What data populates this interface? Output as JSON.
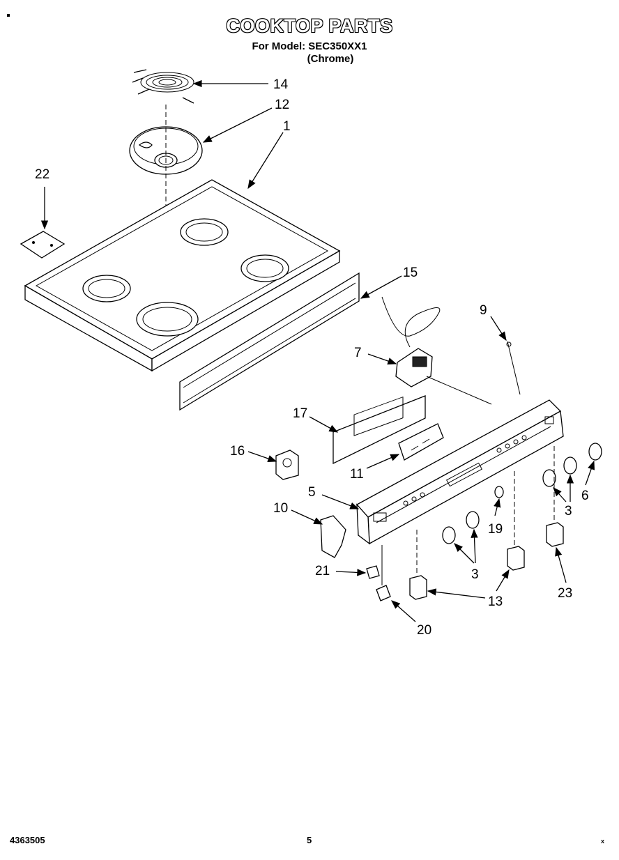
{
  "header": {
    "title": "COOKTOP PARTS",
    "model_line": "For Model: SEC350XX1",
    "color_line": "(Chrome)"
  },
  "footer": {
    "doc_number": "4363505",
    "page_number": "5",
    "corner_mark": "x"
  },
  "diagram": {
    "callouts": {
      "c14": "14",
      "c12": "12",
      "c1": "1",
      "c22": "22",
      "c15": "15",
      "c9": "9",
      "c7": "7",
      "c17": "17",
      "c16": "16",
      "c11": "11",
      "c5": "5",
      "c10": "10",
      "c19": "19",
      "c3a": "3",
      "c3b": "3",
      "c6": "6",
      "c21": "21",
      "c13": "13",
      "c23": "23",
      "c20": "20"
    }
  }
}
